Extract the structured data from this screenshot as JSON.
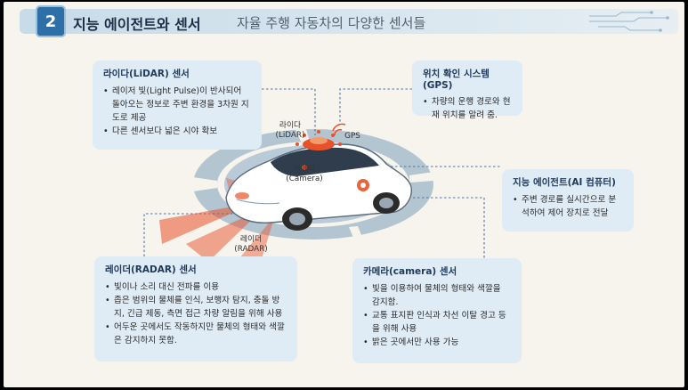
{
  "header": {
    "number": "2",
    "title": "지능 에이전트와 센서",
    "subtitle": "자율 주행 자동차의 다양한 센서들"
  },
  "lidar_box": {
    "title": "라이다(LiDAR) 센서",
    "items": [
      "레이저 빛(Light Pulse)이 반사되어 돌아오는 정보로 주변 환경을 3차원 지도로 제공",
      "다른 센서보다 넓은 시야 확보"
    ]
  },
  "gps_box": {
    "title": "위치 확인 시스템(GPS)",
    "items": [
      "차량의 운행 경로와 현재 위치를 알려 줌."
    ]
  },
  "ai_box": {
    "title": "지능 에이전트(AI 컴퓨터)",
    "items": [
      "주변 경로를 실시간으로 분석하여 제어 장치로 전달"
    ]
  },
  "radar_box": {
    "title": "레이더(RADAR) 센서",
    "items": [
      "빛이나 소리 대신 전파를 이용",
      "좁은 범위의 물체를 인식, 보행자 탐지, 충돌 방지, 긴급 제동, 측면 접근 차량 알림을 위해 사용",
      "어두운 곳에서도 작동하지만 물체의 형태와 색깔은 감지하지 못함."
    ]
  },
  "camera_box": {
    "title": "카메라(camera) 센서",
    "items": [
      "빛을 이용하여 물체의 형태와 색깔을 감지함.",
      "교통 표지판 인식과 차선 이탈 경고 등을 위해 사용",
      "밝은 곳에서만 사용 가능"
    ]
  },
  "diagram_labels": {
    "lidar": "라이다\n(LiDAR)",
    "gps": "GPS",
    "camera": "카메라\n(Camera)",
    "radar": "레이더\n(RADAR)"
  },
  "colors": {
    "accent": "#2d6fa6",
    "box_bg": "#dfebf5",
    "ring": "#9fb4c6",
    "beam": "#e8522a"
  }
}
